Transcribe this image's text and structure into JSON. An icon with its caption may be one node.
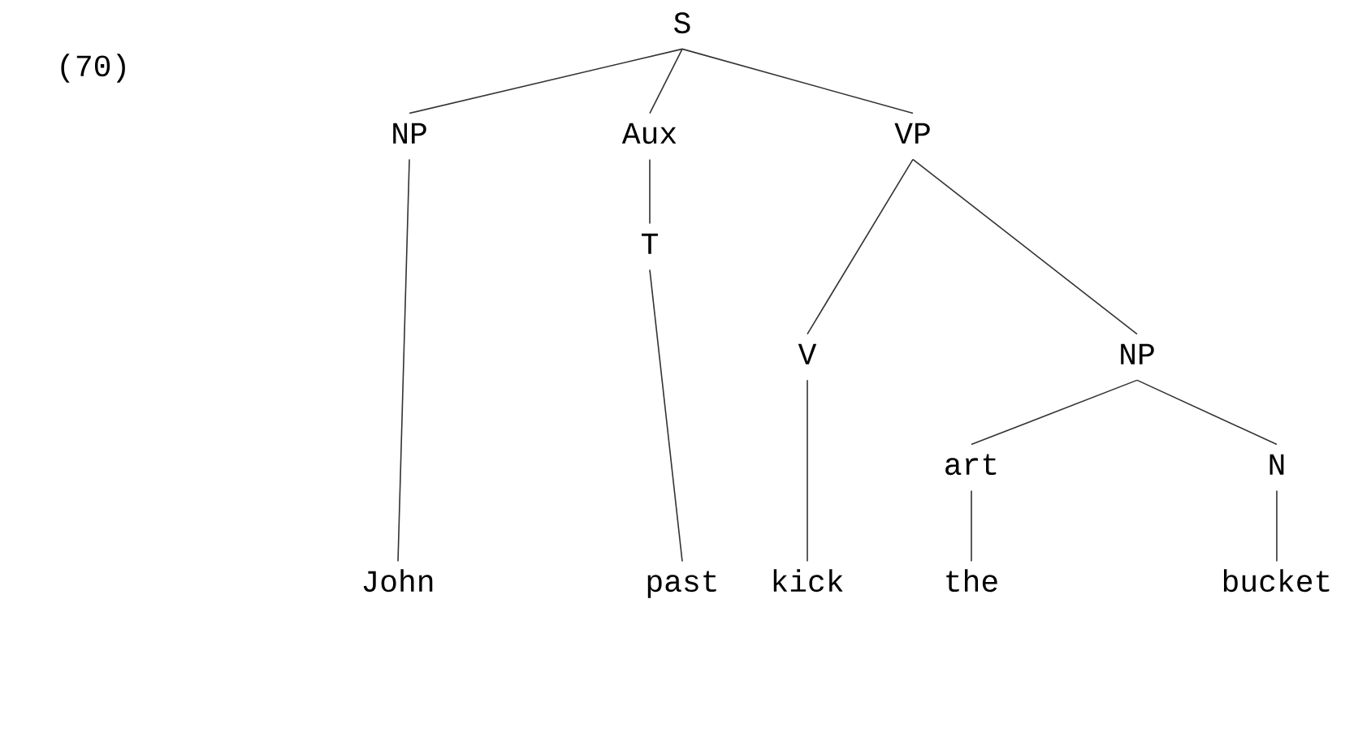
{
  "diagram": {
    "nodes": [
      {
        "text": [
          "S"
        ]
      },
      {
        "text": [
          "NP"
        ]
      },
      {
        "text": [
          "Aux"
        ]
      },
      {
        "text": [
          "VP"
        ]
      },
      {
        "text": [
          "T"
        ]
      },
      {
        "text": [
          "V"
        ]
      },
      {
        "text": [
          "NP"
        ]
      },
      {
        "text": [
          "art"
        ]
      },
      {
        "text": [
          "N"
        ]
      },
      {
        "text": [
          "John"
        ]
      },
      {
        "text": [
          "past"
        ]
      },
      {
        "text": [
          "kick"
        ]
      },
      {
        "text": [
          "the"
        ]
      },
      {
        "text": [
          "bucket"
        ]
      }
    ],
    "edges": [
      {
        "from": 0,
        "to": 1,
        "arrow": "none"
      },
      {
        "from": 0,
        "to": 2,
        "arrow": "none"
      },
      {
        "from": 0,
        "to": 3,
        "arrow": "none"
      },
      {
        "from": 1,
        "to": 9,
        "arrow": "none"
      },
      {
        "from": 2,
        "to": 4,
        "arrow": "none"
      },
      {
        "from": 4,
        "to": 10,
        "arrow": "none"
      },
      {
        "from": 3,
        "to": 5,
        "arrow": "none"
      },
      {
        "from": 3,
        "to": 6,
        "arrow": "none"
      },
      {
        "from": 5,
        "to": 11,
        "arrow": "none"
      },
      {
        "from": 6,
        "to": 7,
        "arrow": "none"
      },
      {
        "from": 6,
        "to": 8,
        "arrow": "none"
      },
      {
        "from": 7,
        "to": 12,
        "arrow": "none"
      },
      {
        "from": 8,
        "to": 13,
        "arrow": "none"
      }
    ],
    "labels": [
      "(70)"
    ]
  }
}
